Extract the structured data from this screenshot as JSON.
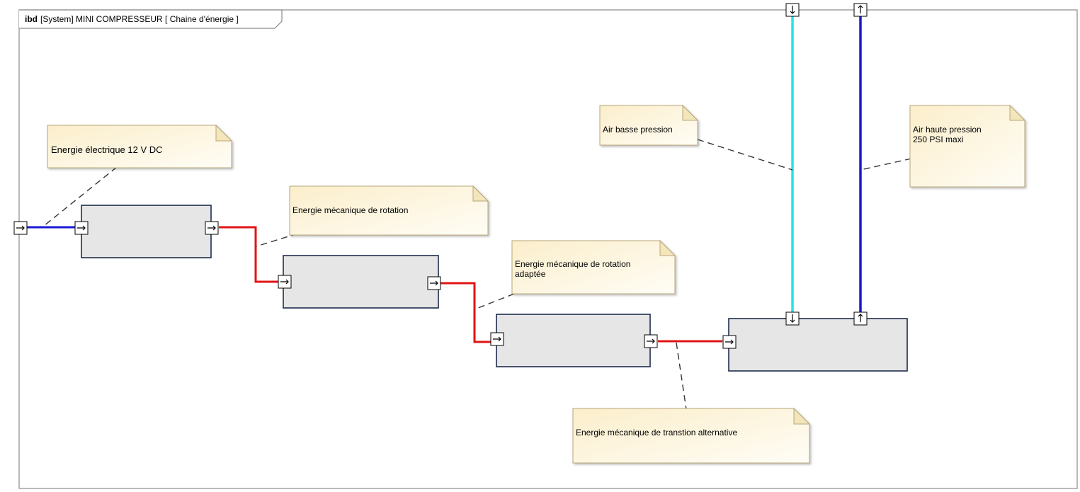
{
  "diagram": {
    "frame": {
      "kind": "ibd",
      "label": "[System] MINI COMPRESSEUR [ Chaine d'énergie ]"
    },
    "notes": {
      "electric": "Energie électrique 12 V DC",
      "mech_rotation": "Energie mécanique de rotation",
      "mech_rotation_adapted_line1": "Energie mécanique de rotation",
      "mech_rotation_adapted_line2": "adaptée",
      "mech_translation": "Energie mécanique de transtion alternative",
      "air_low": "Air basse pression",
      "air_high_line1": "Air haute pression",
      "air_high_line2": "250 PSI maxi"
    },
    "colors": {
      "electric_flow": "#1a1ad6",
      "mechanical_flow": "#e01414",
      "air_low_flow": "#27e3e3",
      "air_high_flow": "#1a1ac8",
      "block_fill": "#e6e6e6",
      "note_fill": "#fdf3d3"
    },
    "port_icons": {
      "in": "arrow-right-icon",
      "out": "arrow-right-icon",
      "air_in": "arrow-down-icon",
      "air_out": "arrow-up-icon"
    }
  }
}
